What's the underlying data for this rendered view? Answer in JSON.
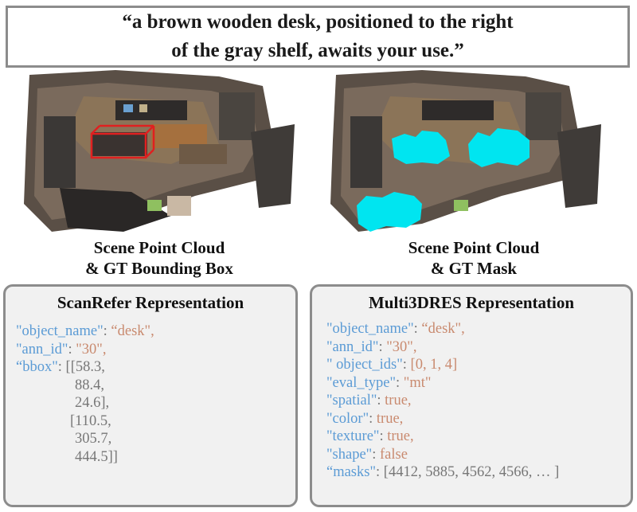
{
  "quote": {
    "line1": "“a brown wooden desk, positioned to the right",
    "line2": "of the gray shelf, awaits your use.”"
  },
  "captions": {
    "left_line1": "Scene Point Cloud",
    "left_line2": "& GT Bounding Box",
    "right_line1": "Scene Point Cloud",
    "right_line2": "& GT Mask"
  },
  "colors": {
    "bbox": "#e02020",
    "mask": "#00e5f0",
    "key": "#5b9bd5",
    "string": "#c98a6f",
    "number": "#777777",
    "panel_border": "#8c8c8c"
  },
  "scanrefer": {
    "title": "ScanRefer Representation",
    "object_name_key": "\"object_name\"",
    "object_name_val": "“desk\",",
    "ann_id_key": "\"ann_id\"",
    "ann_id_val": "\"30\",",
    "bbox_key": "“bbox\"",
    "bbox_open": "[[58.3,",
    "bbox_v2": "88.4,",
    "bbox_v3": "24.6],",
    "bbox_v4": "[110.5,",
    "bbox_v5": "305.7,",
    "bbox_v6": "444.5]]"
  },
  "multi3dres": {
    "title": "Multi3DRES Representation",
    "object_name_key": "\"object_name\"",
    "object_name_val": "“desk\",",
    "ann_id_key": "\"ann_id\"",
    "ann_id_val": "\"30\",",
    "object_ids_key": "\" object_ids\"",
    "object_ids_val": "[0, 1, 4]",
    "eval_type_key": "\"eval_type\"",
    "eval_type_val": "\"mt\"",
    "spatial_key": "\"spatial\"",
    "spatial_val": "true,",
    "color_key": "\"color\"",
    "color_val": "true,",
    "texture_key": "\"texture\"",
    "texture_val": "true,",
    "shape_key": "\"shape\"",
    "shape_val": "false",
    "masks_key": "“masks\"",
    "masks_val": "[4412, 5885, 4562, 4566, … ]"
  }
}
